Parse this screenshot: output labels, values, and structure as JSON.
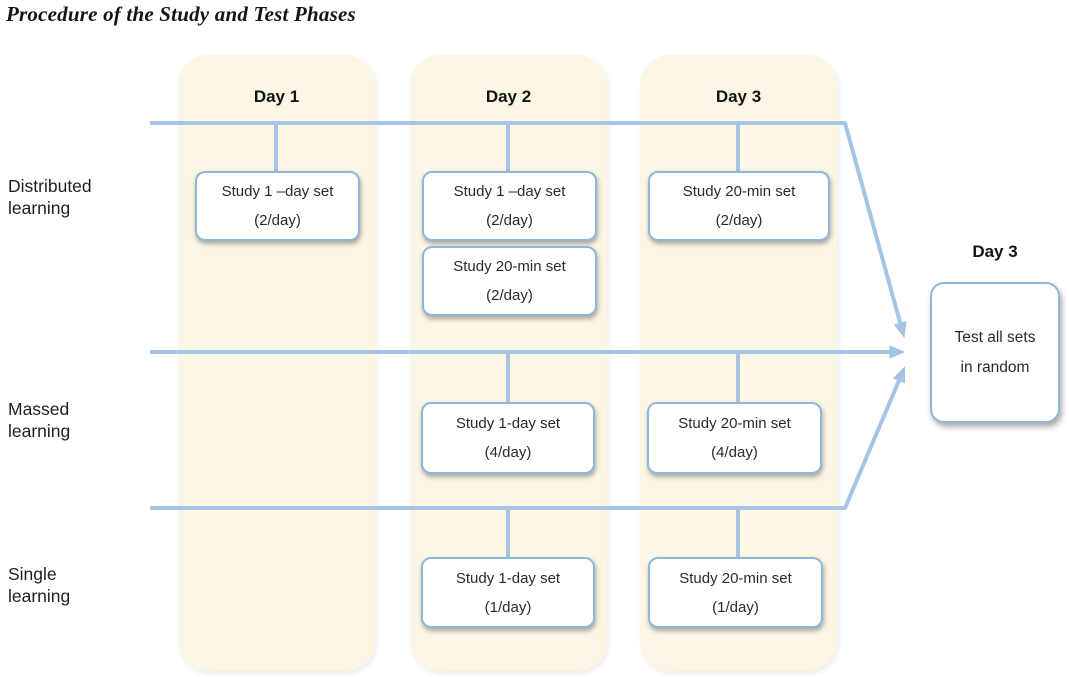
{
  "title": "Procedure of the Study and Test Phases",
  "colors": {
    "accent_blue": "#a6c4e4",
    "box_border_blue": "#8db7dc",
    "column_bg": "#fcf6e4",
    "text_dark": "#2b2b2b"
  },
  "columns": [
    {
      "label": "Day 1"
    },
    {
      "label": "Day 2"
    },
    {
      "label": "Day 3"
    }
  ],
  "row_labels": [
    {
      "line1": "Distributed",
      "line2": "learning"
    },
    {
      "line1": "Massed",
      "line2": "learning"
    },
    {
      "line1": "Single",
      "line2": "learning"
    }
  ],
  "boxes": [
    {
      "line1": "Study 1 –day set",
      "line2": "(2/day)"
    },
    {
      "line1": "Study 1 –day set",
      "line2": "(2/day)"
    },
    {
      "line1": "Study 20-min set",
      "line2": "(2/day)"
    },
    {
      "line1": "Study 20-min set",
      "line2": "(2/day)"
    },
    {
      "line1": "Study 1-day set",
      "line2": "(4/day)"
    },
    {
      "line1": "Study 20-min set",
      "line2": "(4/day)"
    },
    {
      "line1": "Study 1-day set",
      "line2": "(1/day)"
    },
    {
      "line1": "Study 20-min set",
      "line2": "(1/day)"
    }
  ],
  "test": {
    "day_label": "Day 3",
    "line1": "Test all sets",
    "line2": "in random"
  }
}
